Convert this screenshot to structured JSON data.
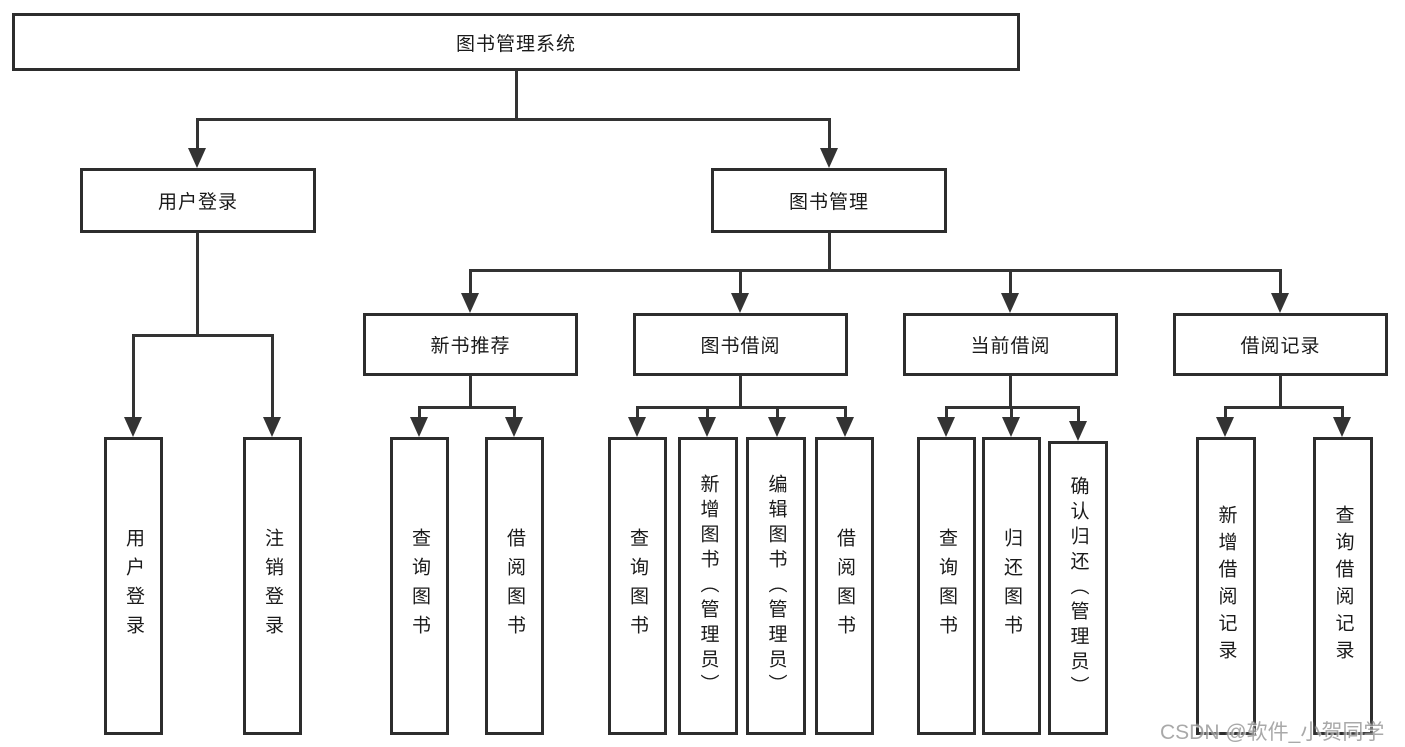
{
  "diagram": {
    "root": {
      "label": "图书管理系统"
    },
    "branches": [
      {
        "label": "用户登录",
        "children": [
          {
            "label": "用户登录"
          },
          {
            "label": "注销登录"
          }
        ]
      },
      {
        "label": "图书管理",
        "children": [
          {
            "label": "新书推荐",
            "children": [
              {
                "label": "查询图书"
              },
              {
                "label": "借阅图书"
              }
            ]
          },
          {
            "label": "图书借阅",
            "children": [
              {
                "label": "查询图书"
              },
              {
                "label": "新增图书（管理员）"
              },
              {
                "label": "编辑图书（管理员）"
              },
              {
                "label": "借阅图书"
              }
            ]
          },
          {
            "label": "当前借阅",
            "children": [
              {
                "label": "查询图书"
              },
              {
                "label": "归还图书"
              },
              {
                "label": "确认归还（管理员）"
              }
            ]
          },
          {
            "label": "借阅记录",
            "children": [
              {
                "label": "新增借阅记录"
              },
              {
                "label": "查询借阅记录"
              }
            ]
          }
        ]
      }
    ],
    "watermark": "CSDN @软件_小贺同学",
    "colors": {
      "line": "#333333",
      "box_border": "#2d2d2d",
      "text": "#1a1a1a",
      "watermark": "#9b9b9b",
      "background": "#ffffff"
    }
  }
}
